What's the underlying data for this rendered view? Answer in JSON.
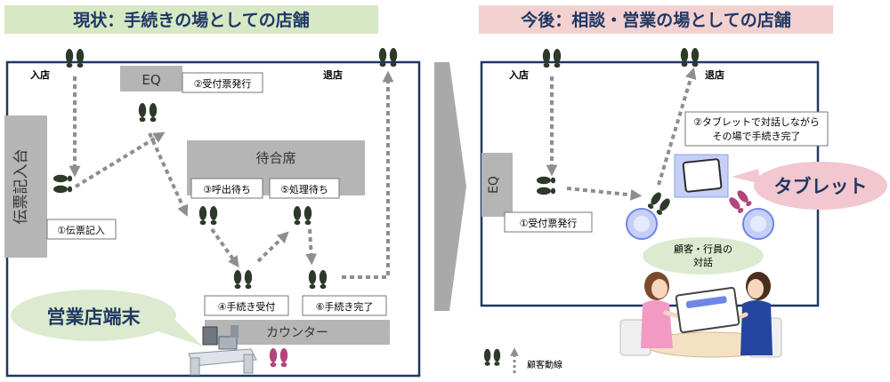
{
  "left": {
    "title": "現状：手続きの場としての店舗",
    "entrance": "入店",
    "exit": "退店",
    "eq": "EQ",
    "step2": "②受付票発行",
    "slip_desk": "伝票記入台",
    "step1": "①伝票記入",
    "waiting_area": "待合席",
    "step3": "③呼出待ち",
    "step5": "⑤処理待ち",
    "step4": "④手続き受付",
    "step6": "⑥手続き完了",
    "counter": "カウンター",
    "terminal_callout": "営業店端末"
  },
  "right": {
    "title": "今後：相談・営業の場としての店舗",
    "entrance": "入店",
    "exit": "退店",
    "eq": "EQ",
    "step1": "①受付票発行",
    "step2_line1": "②タブレットで対話しながら",
    "step2_line2": "その場で手続き完了",
    "tablet_callout": "タブレット",
    "dialog_line1": "顧客・行員の",
    "dialog_line2": "対話"
  },
  "legend": {
    "label": "顧客動線"
  },
  "colors": {
    "left_title_bg": "#d7e8c4",
    "right_title_bg": "#f3d1d1",
    "frame": "#1f3864",
    "gray_box": "#b5b5b5",
    "footprint": "#2d3a2a",
    "staff_footprint": "#b3457a",
    "arrow": "#8e8e8e",
    "green_callout": "#dcebcf",
    "pink_callout": "#f2c7cf",
    "tablet_blue": "#4f6fe0"
  }
}
